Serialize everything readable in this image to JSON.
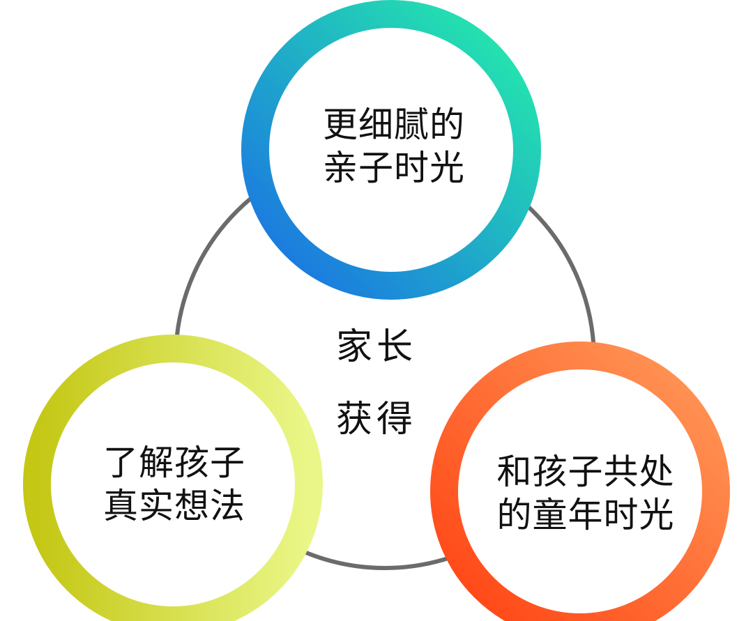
{
  "center": {
    "line1": "家长",
    "line2": "获得"
  },
  "nodes": {
    "top": {
      "line1": "更细腻的",
      "line2": "亲子时光",
      "gradient": [
        "#1a6de6",
        "#25f0a8"
      ]
    },
    "left": {
      "line1": "了解孩子",
      "line2": "真实想法",
      "gradient": [
        "#c4c714",
        "#eaf788"
      ]
    },
    "right": {
      "line1": "和孩子共处",
      "line2": "的童年时光",
      "gradient": [
        "#ff4010",
        "#ff9b5a"
      ]
    }
  },
  "colors": {
    "connector": "#6b6b6b",
    "background": "#ffffff"
  }
}
